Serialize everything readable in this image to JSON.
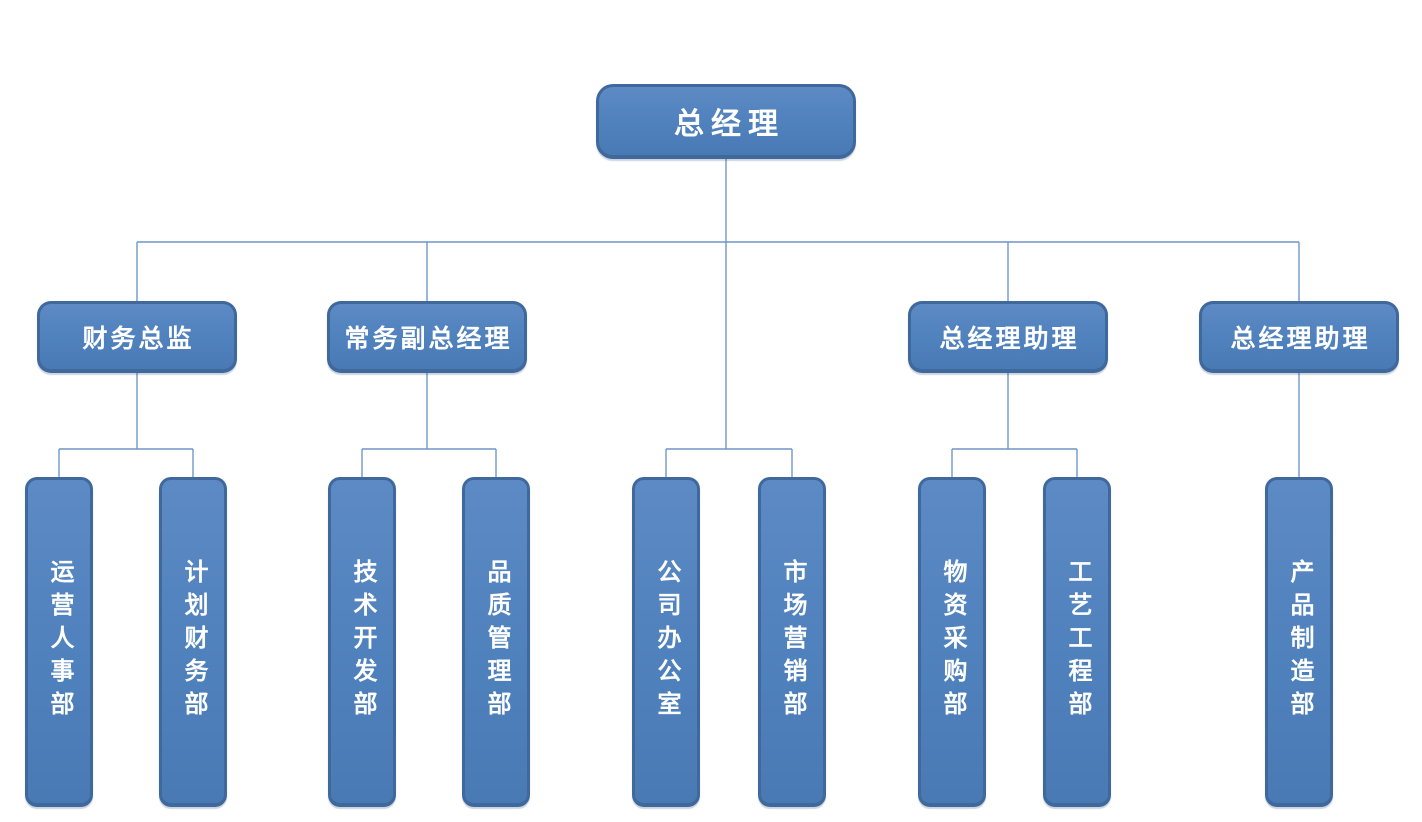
{
  "org": {
    "root": {
      "label": "总经理"
    },
    "managers": [
      {
        "label": "财务总监"
      },
      {
        "label": "常务副总经理"
      },
      {
        "label": "总经理助理"
      },
      {
        "label": "总经理助理"
      }
    ],
    "departments": [
      {
        "label": "运营人事部"
      },
      {
        "label": "计划财务部"
      },
      {
        "label": "技术开发部"
      },
      {
        "label": "品质管理部"
      },
      {
        "label": "公司办公室"
      },
      {
        "label": "市场营销部"
      },
      {
        "label": "物资采购部"
      },
      {
        "label": "工艺工程部"
      },
      {
        "label": "产品制造部"
      }
    ],
    "colors": {
      "node_fill": "#4f81bd",
      "node_border": "#3f689c",
      "connector": "#6e96c8",
      "text": "#ffffff",
      "background": "#ffffff"
    }
  }
}
